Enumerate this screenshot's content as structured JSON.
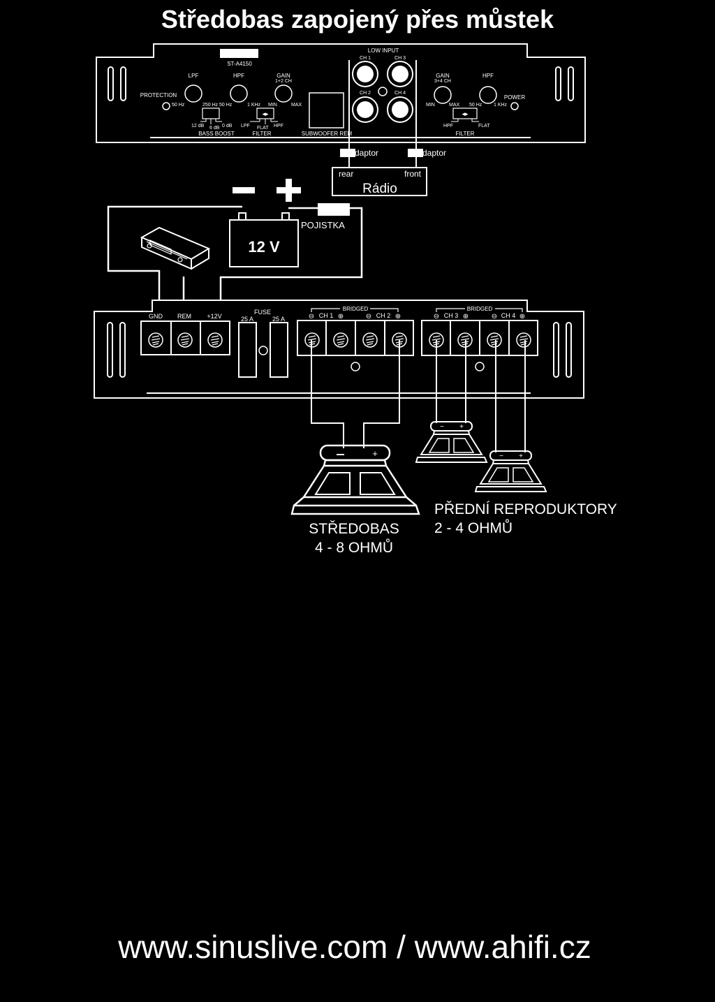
{
  "title": "Středobas zapojený přes můstek",
  "model": "ST-A4150",
  "top_panel": {
    "low_input": "LOW  INPUT",
    "ch1": "CH 1",
    "ch2": "CH 2",
    "ch3": "CH 3",
    "ch4": "CH 4",
    "lpf": "LPF",
    "hpf_left": "HPF",
    "gain_left": "GAIN",
    "gain_left_sub": "1+2 CH",
    "gain_right": "GAIN",
    "gain_right_sub": "3+4 CH",
    "hpf_right": "HPF",
    "protection": "PROTECTION",
    "power": "POWER",
    "hz50": "50 Hz",
    "hz250": "250 Hz",
    "hz50b": "50 Hz",
    "khz1": "1 KHz",
    "min": "MIN",
    "max": "MAX",
    "db12": "12 dB",
    "db6": "6 dB",
    "db0": "0 dB",
    "bass_boost": "BASS BOOST",
    "lpf_small": "LPF",
    "flat": "FLAT",
    "hpf_small": "HPF",
    "filter_left": "FILTER",
    "subwoofer_rem": "SUBWOOFER REM",
    "min_r": "MIN",
    "max_r": "MAX",
    "hz50_r": "50 Hz",
    "khz1_r": "1 KHz",
    "hpf_small_r": "HPF",
    "flat_r": "FLAT",
    "filter_right": "FILTER"
  },
  "adaptor_left": "daptor",
  "adaptor_right": "daptor",
  "radio": {
    "rear": "rear",
    "front": "front",
    "label": "Rádio"
  },
  "battery": {
    "minus": "−",
    "plus": "+",
    "voltage": "12 V"
  },
  "fuse_label": "POJISTKA",
  "bottom_panel": {
    "gnd": "GND",
    "rem": "REM",
    "v12": "+12V",
    "fuse": "FUSE",
    "fuse_a1": "25 A",
    "fuse_a2": "25 A",
    "bridged_left": "BRIDGED",
    "bridged_right": "BRIDGED",
    "ch1": "CH 1",
    "ch2": "CH 2",
    "ch3": "CH 3",
    "ch4": "CH 4"
  },
  "speakers": {
    "mid_minus": "−",
    "mid_plus": "+",
    "front_minus": "−",
    "front_plus": "+",
    "front2_minus": "−",
    "front2_plus": "+",
    "midbass_label": "STŘEDOBAS",
    "midbass_ohms": "4 - 8 OHMŮ",
    "front_label": "PŘEDNÍ REPRODUKTORY",
    "front_ohms": "2 - 4 OHMŮ"
  },
  "footer": "www.sinuslive.com / www.ahifi.cz"
}
